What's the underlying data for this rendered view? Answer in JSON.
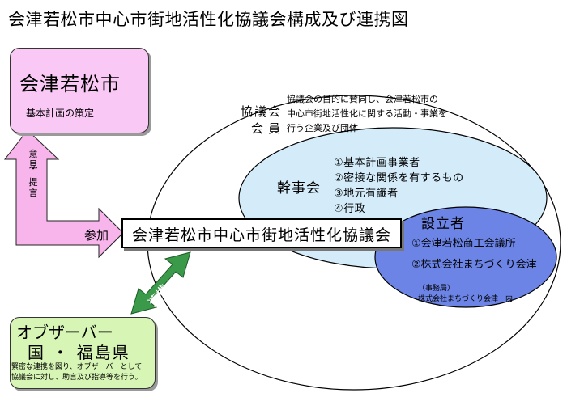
{
  "title": "会津若松市中心市街地活性化協議会構成及び連携図",
  "city": {
    "name": "会津若松市",
    "note": "基本計画の策定"
  },
  "arrows": {
    "opinion": "意見",
    "dot": "・",
    "proposal": "提言",
    "participation": "参加",
    "cooperation": "連携"
  },
  "members": {
    "title_line1": "協議会",
    "title_line2": "会員",
    "description": [
      "協議会の目的に賛同し、会津若松市の",
      "中心市街地活性化に関する活動・事業を",
      "行う企業及び団体"
    ]
  },
  "committee": {
    "title": "幹事会",
    "items": [
      "①基本計画事業者",
      "②密接な関係を有するもの",
      "③地元有識者",
      "④行政"
    ]
  },
  "council": {
    "name": "会津若松市中心市街地活性化協議会"
  },
  "founders": {
    "title": "設立者",
    "items": [
      "①会津若松商工会議所",
      "②株式会社まちづくり会津"
    ],
    "office_label": "（事務局）",
    "office_name": "株式会社まちづくり会津　内"
  },
  "observer": {
    "label": "オブザーバー",
    "members": "国 ・ 福島県",
    "note": [
      "緊密な連携を図り、オブザーバーとして",
      "協議会に対し、助言及び指導等を行う。"
    ]
  },
  "colors": {
    "city_fill": "#f9c8f4",
    "arrow_pink": "#f7b5ec",
    "arrow_green": "#3a9a4a",
    "committee_fill": "#d4ecfa",
    "founders_fill": "#6b84e6",
    "observer_fill": "#d7f5b5"
  }
}
